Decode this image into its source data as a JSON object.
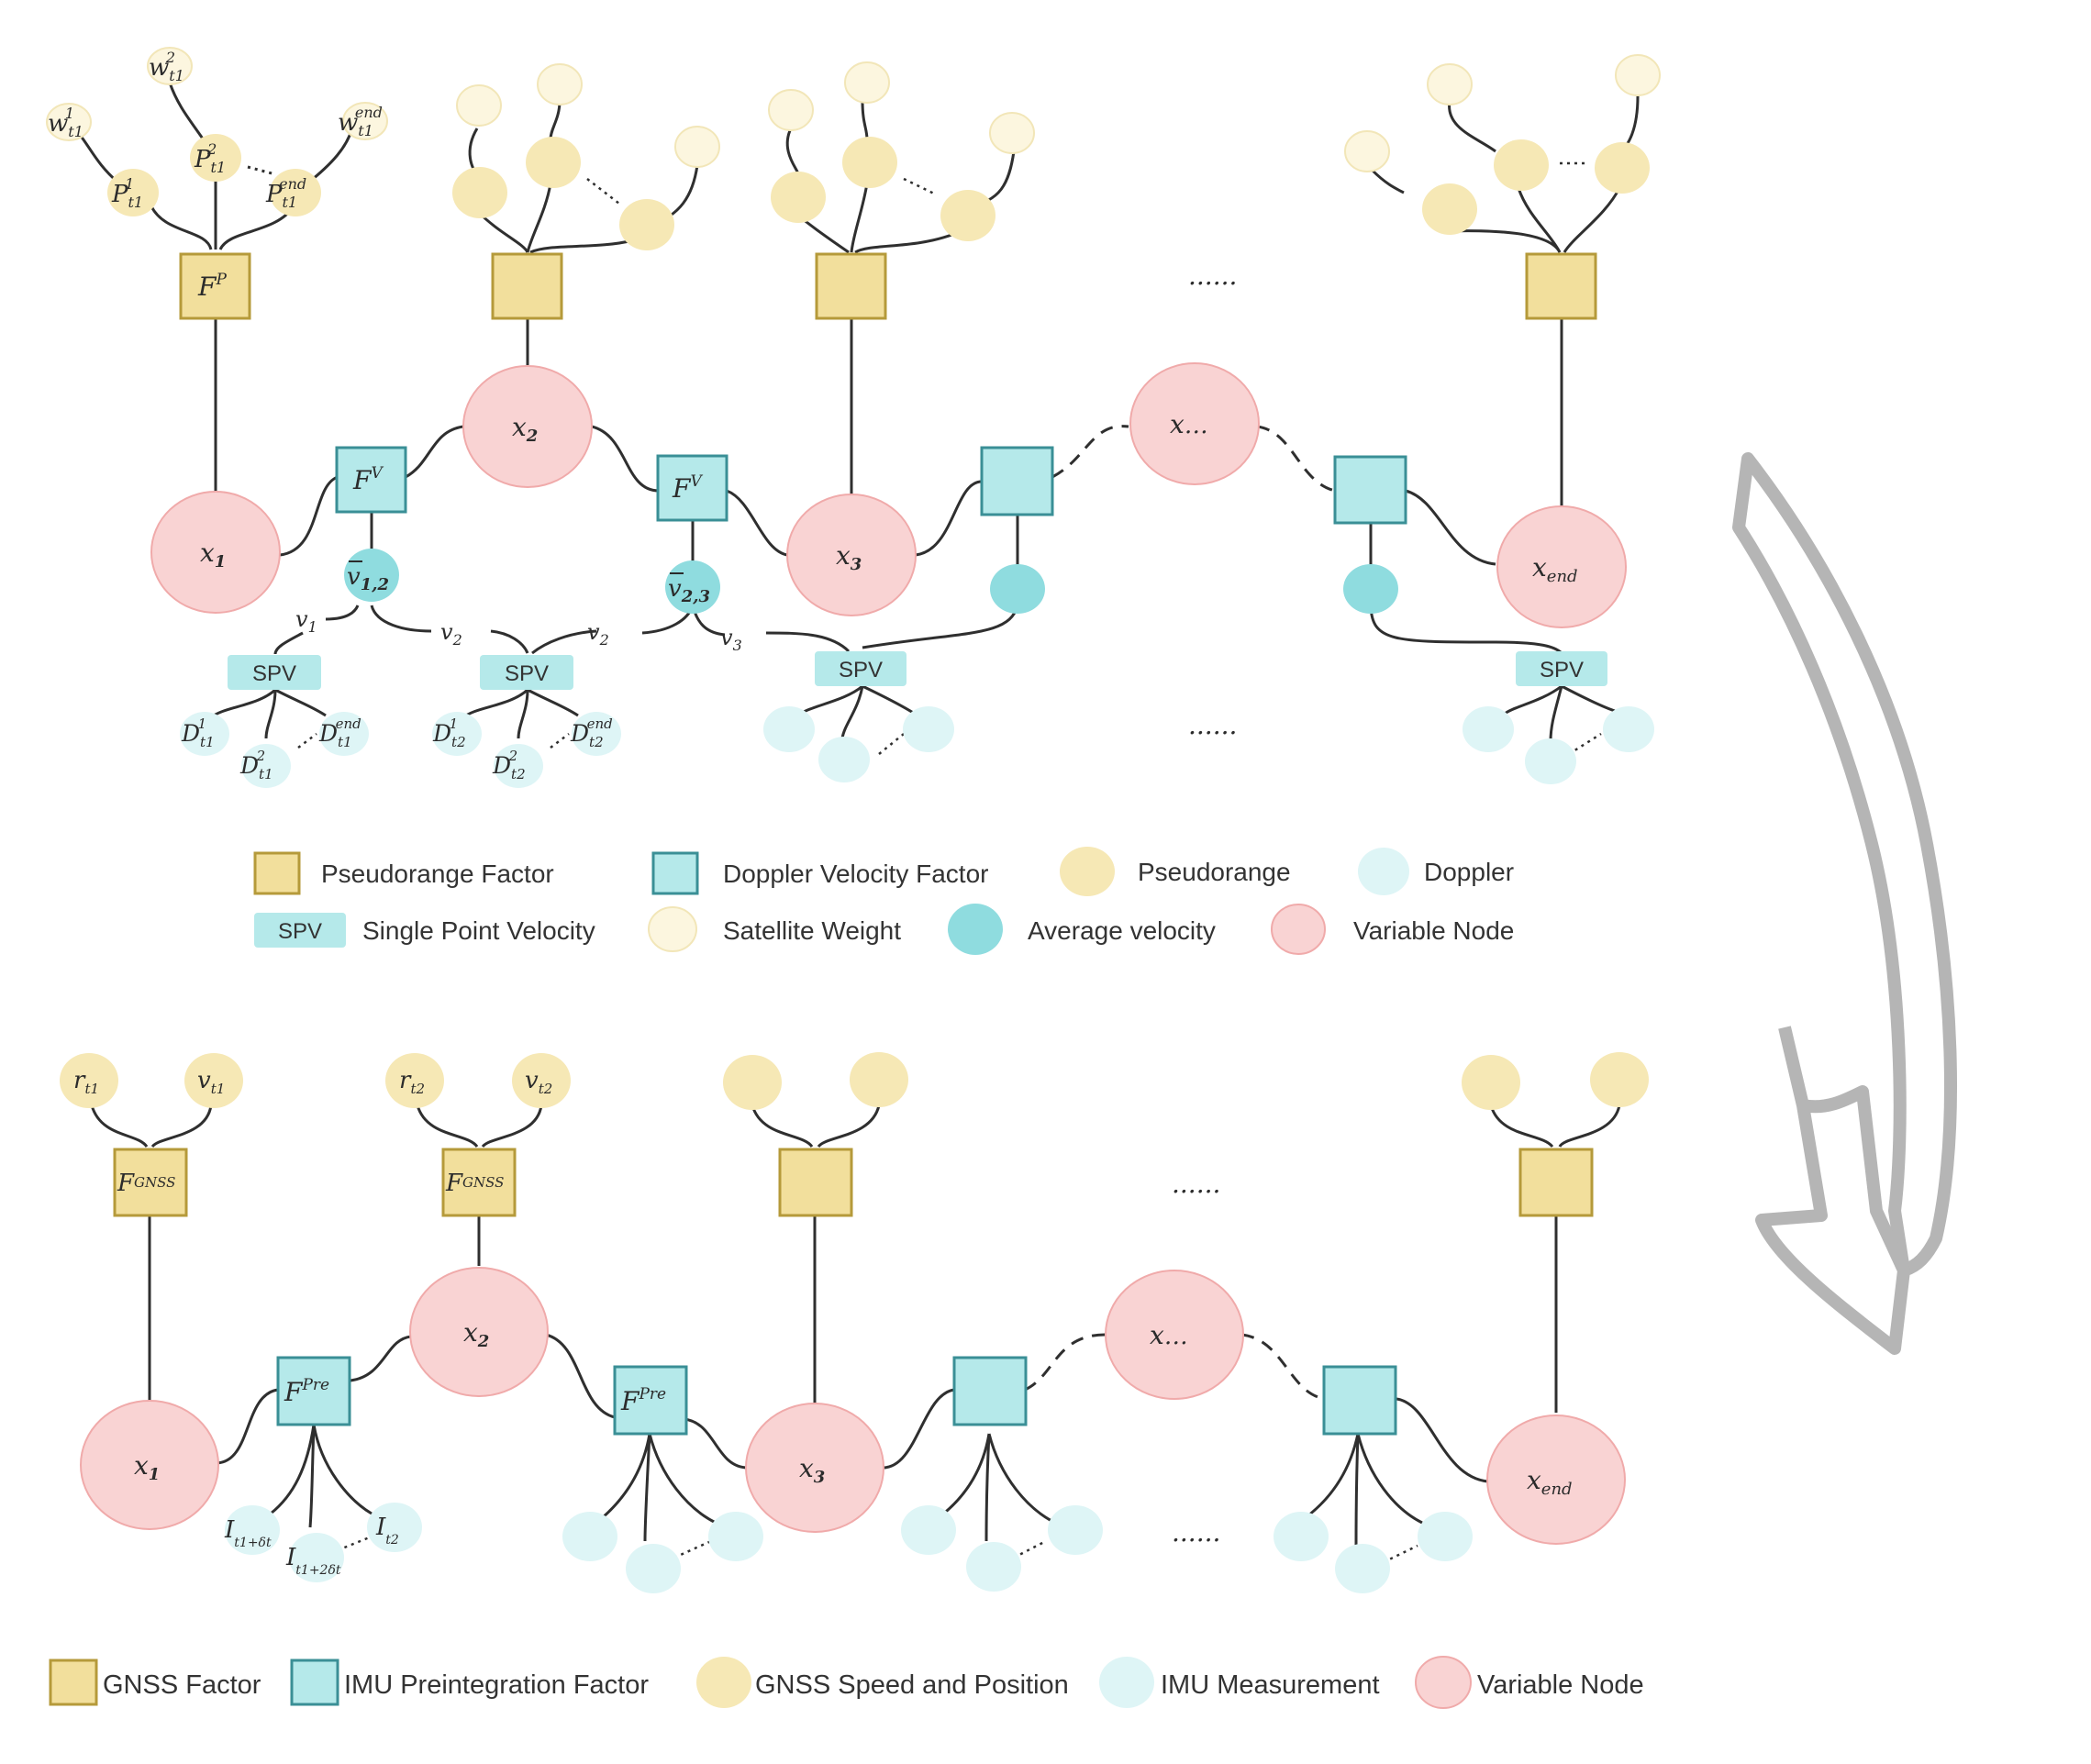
{
  "colors": {
    "pseudorange_factor_fill": "#f2df9c",
    "pseudorange_factor_stroke": "#b59a3a",
    "doppler_factor_fill": "#b5e9ea",
    "doppler_factor_stroke": "#3a8f96",
    "pseudorange_node": "#f6e8b5",
    "satellite_weight": "#fcf6df",
    "doppler_node": "#def5f6",
    "average_velocity": "#8fdcdf",
    "variable_node": "#f9d3d3",
    "variable_node_stroke": "#f0aaaa",
    "arrow": "#b5b5b5"
  },
  "top": {
    "factor_labels": [
      "F",
      "P",
      "F",
      "V"
    ],
    "ellipsis": [
      "......",
      "......"
    ],
    "variables": {
      "x1": [
        "x",
        "1"
      ],
      "x2": [
        "x",
        "2"
      ],
      "x3": [
        "x",
        "3"
      ],
      "xdots": [
        "x",
        "…"
      ],
      "xend": [
        "x",
        "end"
      ]
    },
    "weights": [
      [
        "w",
        "t1",
        "1"
      ],
      [
        "w",
        "t1",
        "2"
      ],
      [
        "w",
        "t1",
        "end"
      ]
    ],
    "pseudoranges": [
      [
        "P",
        "t1",
        "1"
      ],
      [
        "P",
        "t1",
        "2"
      ],
      [
        "P",
        "t1",
        "end"
      ]
    ],
    "avg_velocities": [
      [
        "v",
        "1,2"
      ],
      [
        "v",
        "2,3"
      ]
    ],
    "velocities": [
      [
        "v",
        "1"
      ],
      [
        "v",
        "2"
      ],
      [
        "v",
        "2"
      ],
      [
        "v",
        "3"
      ]
    ],
    "spv_label": "SPV",
    "dopplers_t1": [
      [
        "D",
        "t1",
        "1"
      ],
      [
        "D",
        "t1",
        "2"
      ],
      [
        "D",
        "t1",
        "end"
      ]
    ],
    "dopplers_t2": [
      [
        "D",
        "t2",
        "1"
      ],
      [
        "D",
        "t2",
        "2"
      ],
      [
        "D",
        "t2",
        "end"
      ]
    ]
  },
  "legend_top": {
    "pseudorange_factor": "Pseudorange Factor",
    "doppler_velocity_factor": "Doppler Velocity Factor",
    "pseudorange": "Pseudorange",
    "doppler": "Doppler",
    "spv_icon": "SPV",
    "single_point_velocity": "Single Point Velocity",
    "satellite_weight": "Satellite Weight",
    "average_velocity": "Average velocity",
    "variable_node": "Variable Node"
  },
  "bottom": {
    "gnss_factor": [
      "F",
      "GNSS"
    ],
    "pre_factor": [
      "F",
      "Pre"
    ],
    "r_t1": [
      "r",
      "t1"
    ],
    "v_t1": [
      "v",
      "t1"
    ],
    "r_t2": [
      "r",
      "t2"
    ],
    "v_t2": [
      "v",
      "t2"
    ],
    "imu": [
      [
        "I",
        "t1+δt"
      ],
      [
        "I",
        "t1+2δt"
      ],
      [
        "I",
        "t2"
      ]
    ],
    "ellipsis": [
      "......",
      "......"
    ]
  },
  "legend_bottom": {
    "gnss_factor": "GNSS Factor",
    "imu_preintegration_factor": "IMU Preintegration Factor",
    "gnss_speed_position": "GNSS Speed and Position",
    "imu_measurement": "IMU Measurement",
    "variable_node": "Variable Node"
  }
}
